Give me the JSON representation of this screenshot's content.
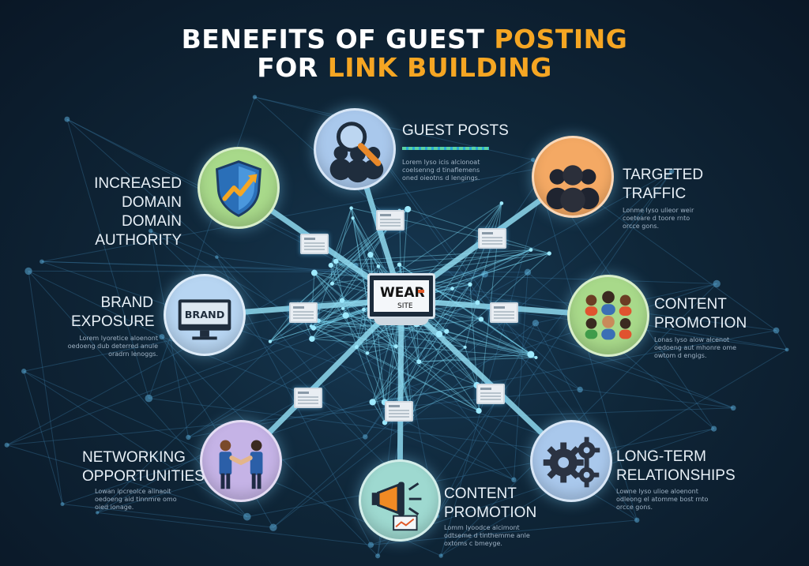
{
  "title": {
    "line1_prefix": "BENEFITS OF GUEST ",
    "line1_accent": "POSTING",
    "line2_prefix": "FOR ",
    "line2_accent": "LINK BUILDING"
  },
  "hub": {
    "word1": "WEAR",
    "word2": "SITE"
  },
  "nodes": {
    "guest_posts": {
      "label": "GUEST POSTS",
      "desc": "Lorem lyso icis alcionoat coelsenng d tinaflemens oned oieotns d lengings."
    },
    "domain_authority": {
      "label": "INCREASED DOMAIN DOMAIN AUTHORITY",
      "desc": ""
    },
    "targeted_traffic": {
      "label": "TARGETED TRAFFIC",
      "desc": "Lonme lyso ulieor weir coeteare d toore rnto orcce gons."
    },
    "brand_exposure": {
      "label": "BRAND EXPOSURE",
      "desc": "Lorem lyoretice aloenont oedoeng dub deterred anule oradrn lenoggs.",
      "screen_text": "BRAND"
    },
    "content_promotion_right": {
      "label": "CONTENT PROMOTION",
      "desc": "Lonas lyso alow alcenot oedoeng aut mhonre ome owtom d engigs."
    },
    "networking": {
      "label": "NETWORKING OPPORTUNITIES",
      "desc": "Lowan ipcreolce alinaoit oedoeng aid tinnmre omo oied ionage."
    },
    "content_promotion_bottom": {
      "label": "CONTENT PROMOTION",
      "desc": "Lomm lyoodce alcimont odtseme d tinthemme anle oxtoms c bmeyge."
    },
    "long_term": {
      "label": "LONG-TERM RELATIONSHIPS",
      "desc": "Lowne lyso ulioe aloenont odleong el atomme bost rnto orcce gons."
    }
  },
  "colors": {
    "accent": "#f5a623",
    "background": "#0f2638",
    "connector": "#6fc9e4",
    "node_green": "#a8d98a",
    "node_blue": "#a9c8ec",
    "node_orange": "#f4a964",
    "node_purple": "#c5b3e6",
    "node_teal": "#9ed9d0",
    "node_lightblue": "#b7d5f2"
  },
  "icons": [
    "magnifier-people-icon",
    "shield-growth-icon",
    "audience-icon",
    "brand-monitor-icon",
    "team-avatars-icon",
    "handshake-icon",
    "megaphone-icon",
    "gears-icon",
    "web-page-icon"
  ]
}
